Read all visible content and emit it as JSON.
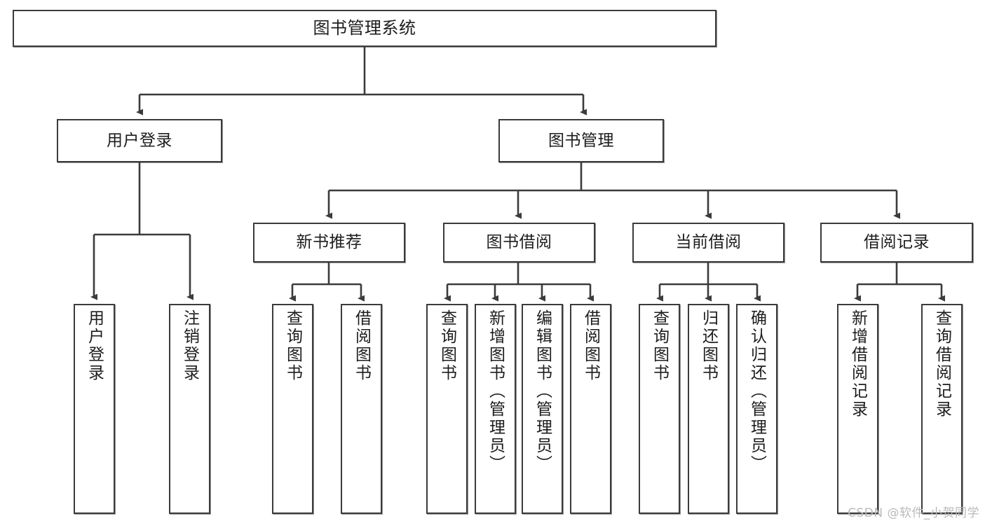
{
  "diagram": {
    "type": "tree",
    "title": "图书管理系统",
    "orientation": "top-down",
    "edge_color": "#3b3b3b",
    "node_border_color": "#3b3b3b",
    "node_fill_color": "#ffffff"
  },
  "nodes": {
    "root": {
      "label": "图书管理系统"
    },
    "level2": [
      {
        "label": "用户登录"
      },
      {
        "label": "图书管理"
      }
    ],
    "level3": [
      {
        "label": "新书推荐"
      },
      {
        "label": "图书借阅"
      },
      {
        "label": "当前借阅"
      },
      {
        "label": "借阅记录"
      }
    ],
    "leaves": {
      "user_login": [
        {
          "label": "用户登录"
        },
        {
          "label": "注销登录"
        }
      ],
      "new_book": [
        {
          "label": "查询图书"
        },
        {
          "label": "借阅图书"
        }
      ],
      "book_borrow": [
        {
          "label": "查询图书"
        },
        {
          "label": "新增图书（管理员）"
        },
        {
          "label": "编辑图书（管理员）"
        },
        {
          "label": "借阅图书"
        }
      ],
      "current_borrow": [
        {
          "label": "查询图书"
        },
        {
          "label": "归还图书"
        },
        {
          "label": "确认归还（管理员）"
        }
      ],
      "borrow_record": [
        {
          "label": "新增借阅记录"
        },
        {
          "label": "查询借阅记录"
        }
      ]
    }
  },
  "watermark": {
    "text": "CSDN @软件_小贺同学"
  }
}
